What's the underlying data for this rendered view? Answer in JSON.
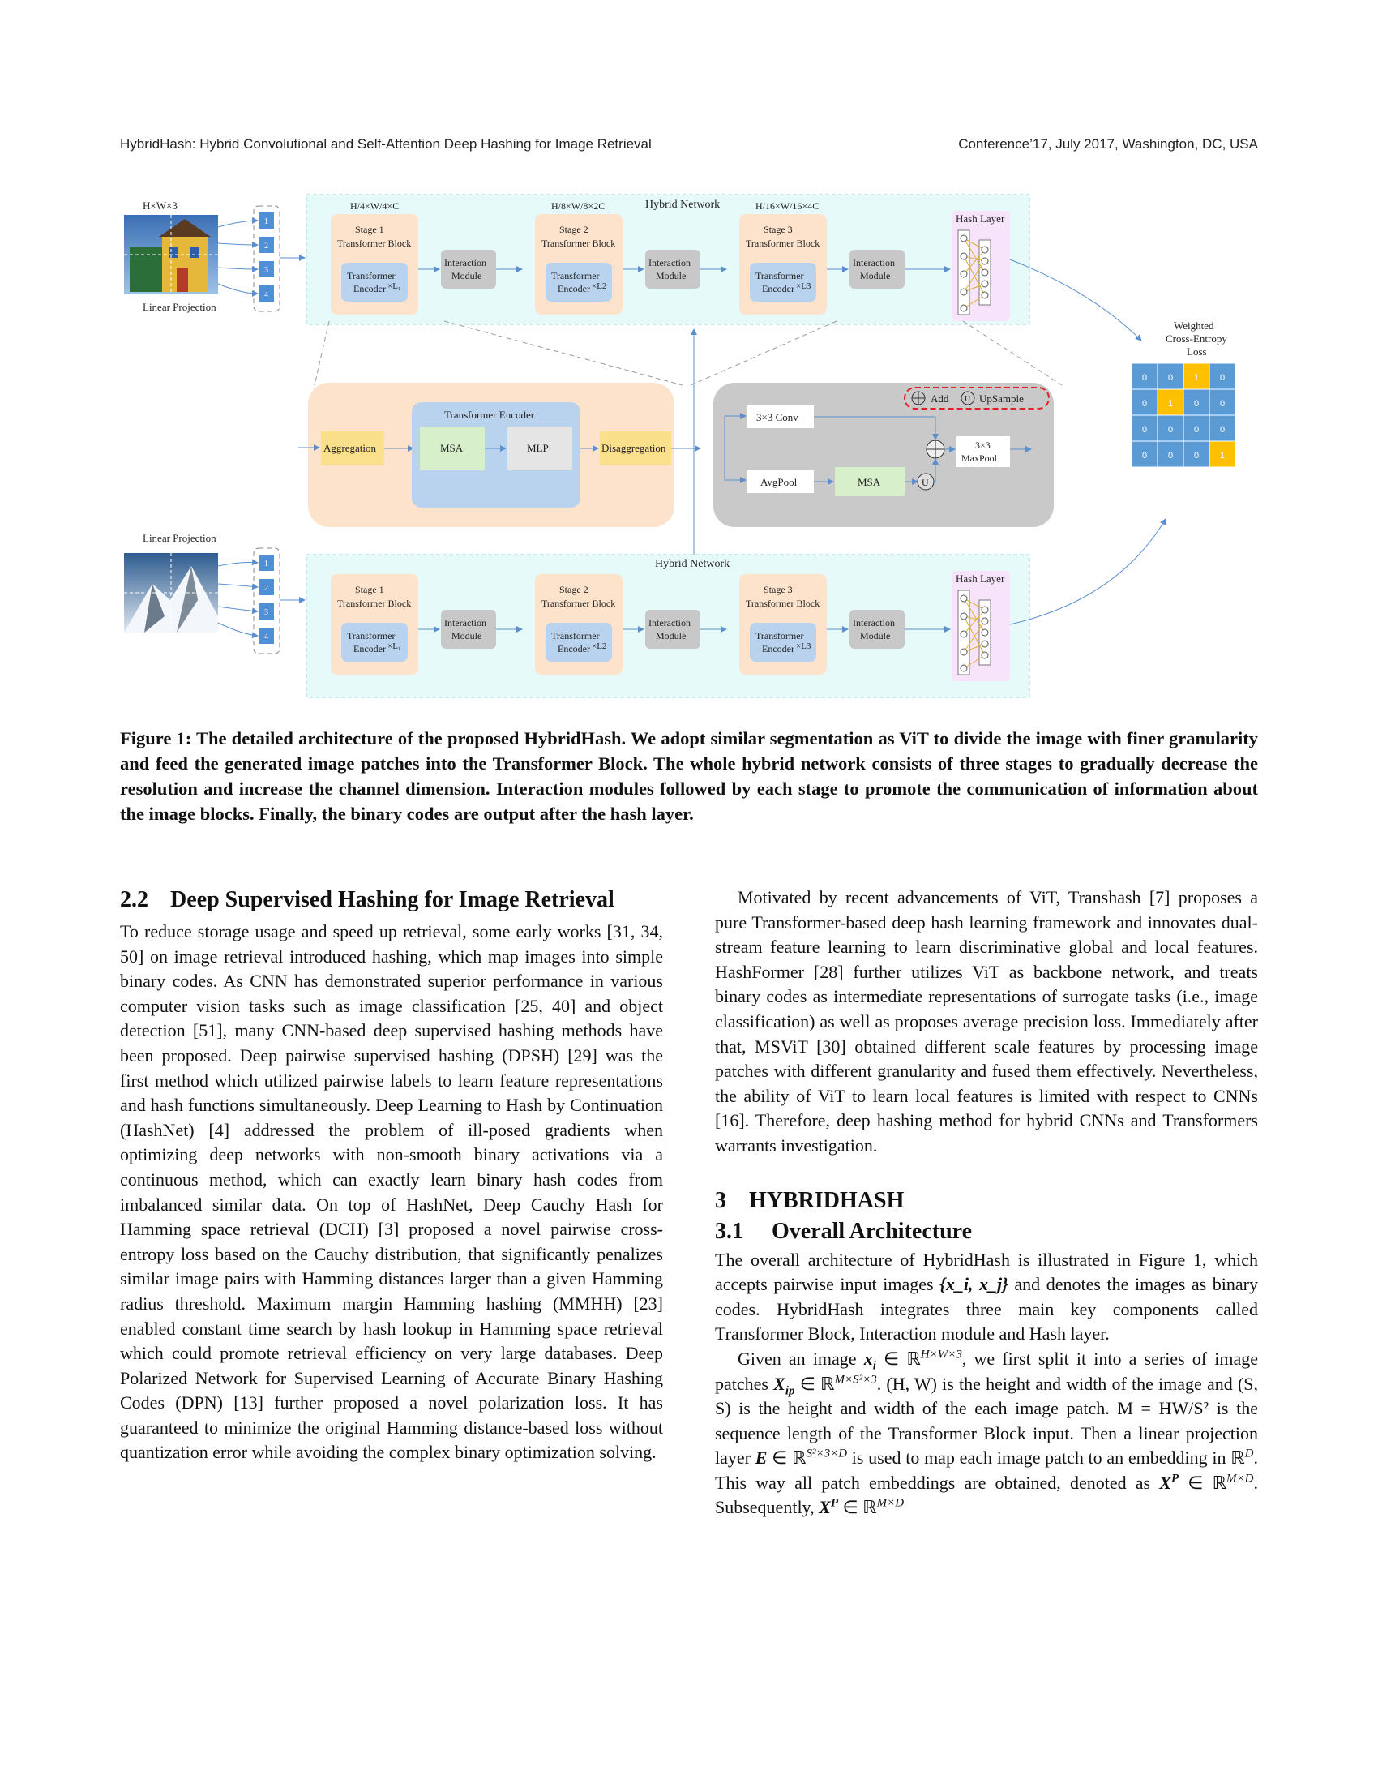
{
  "header": {
    "left": "HybridHash: Hybrid Convolutional and Self-Attention Deep Hashing for Image Retrieval",
    "right": "Conference’17, July 2017, Washington, DC, USA"
  },
  "figure": {
    "input_top": "H×W×3",
    "linear_projection": "Linear Projection",
    "patch_numbers": [
      "1",
      "2",
      "3",
      "4"
    ],
    "dims": [
      "H/4×W/4×C",
      "H/8×W/8×2C",
      "H/16×W/16×4C"
    ],
    "hybrid_network": "Hybrid Network",
    "stages": [
      {
        "title": "Stage 1",
        "subtitle": "Transformer Block",
        "enc1": "Transformer",
        "enc2": "Encoder",
        "rep": "×L₁"
      },
      {
        "title": "Stage 2",
        "subtitle": "Transformer Block",
        "enc1": "Transformer",
        "enc2": "Encoder",
        "rep": "×L2"
      },
      {
        "title": "Stage 3",
        "subtitle": "Transformer Block",
        "enc1": "Transformer",
        "enc2": "Encoder",
        "rep": "×L3"
      }
    ],
    "interaction": [
      "Interaction",
      "Module"
    ],
    "hash_layer": "Hash Layer",
    "loss": [
      "Weighted",
      "Cross-Entropy",
      "Loss"
    ],
    "loss_grid": [
      [
        "0",
        "0",
        "1",
        "0"
      ],
      [
        "0",
        "1",
        "0",
        "0"
      ],
      [
        "0",
        "0",
        "0",
        "0"
      ],
      [
        "0",
        "0",
        "0",
        "1"
      ]
    ],
    "transformer_encoder": "Transformer Encoder",
    "aggregation": "Aggregation",
    "msa": "MSA",
    "mlp": "MLP",
    "disaggregation": "Disaggregation",
    "conv": "3×3 Conv",
    "avgpool": "AvgPool",
    "maxpool": [
      "3×3",
      "MaxPool"
    ],
    "legend_add": "Add",
    "legend_upsample": "UpSample",
    "u_symbol": "U",
    "colors": {
      "stage_bg": "#fde3cc",
      "encoder": "#b9d3ee",
      "network_bg": "#e7fafa",
      "grid_blue": "#5b9bd5",
      "grid_gold": "#ffc000"
    }
  },
  "caption": "Figure 1: The detailed architecture of the proposed HybridHash. We adopt similar segmentation as ViT to divide the image with finer granularity and feed the generated image patches into the Transformer Block. The whole hybrid network consists of three stages to gradually decrease the resolution and increase the channel dimension. Interaction modules followed by each stage to promote the communication of information about the image blocks. Finally, the binary codes are output after the hash layer.",
  "left_column": {
    "section_number": "2.2",
    "section_title": "Deep Supervised Hashing for Image Retrieval",
    "paragraph": "To reduce storage usage and speed up retrieval, some early works [31, 34, 50] on image retrieval introduced hashing, which map images into simple binary codes. As CNN has demonstrated superior performance in various computer vision tasks such as image classification [25, 40] and object detection [51], many CNN-based deep supervised hashing methods have been proposed. Deep pairwise supervised hashing (DPSH) [29] was the first method which utilized pairwise labels to learn feature representations and hash functions simultaneously. Deep Learning to Hash by Continuation (HashNet) [4] addressed the problem of ill-posed gradients when optimizing deep networks with non-smooth binary activations via a continuous method, which can exactly learn binary hash codes from imbalanced similar data. On top of HashNet, Deep Cauchy Hash for Hamming space retrieval (DCH) [3] proposed a novel pairwise cross-entropy loss based on the Cauchy distribution, that significantly penalizes similar image pairs with Hamming distances larger than a given Hamming radius threshold. Maximum margin Hamming hashing (MMHH) [23] enabled constant time search by hash lookup in Hamming space retrieval which could promote retrieval efficiency on very large databases. Deep Polarized Network for Supervised Learning of Accurate Binary Hashing Codes (DPN) [13] further proposed a novel polarization loss. It has guaranteed to minimize the original Hamming distance-based loss without quantization error while avoiding the complex binary optimization solving."
  },
  "right_column": {
    "paragraph1": "Motivated by recent advancements of ViT, Transhash [7] proposes a pure Transformer-based deep hash learning framework and innovates dual-stream feature learning to learn discriminative global and local features. HashFormer [28] further utilizes ViT as backbone network, and treats binary codes as intermediate representations of surrogate tasks (i.e., image classification) as well as proposes average precision loss. Immediately after that, MSViT [30] obtained different scale features by processing image patches with different granularity and fused them effectively. Nevertheless, the ability of ViT to learn local features is limited with respect to CNNs [16]. Therefore, deep hashing method for hybrid CNNs and Transformers warrants investigation.",
    "section3_number": "3",
    "section3_title": "HYBRIDHASH",
    "section31_number": "3.1",
    "section31_title": "Overall Architecture",
    "p2_a": "The overall architecture of HybridHash is illustrated in Figure 1, which accepts pairwise input images ",
    "p2_math": "{x_i, x_j}",
    "p2_b": " and denotes the images as binary codes. HybridHash integrates three main key components called Transformer Block, Interaction module and Hash layer.",
    "p3_a": "Given an image ",
    "p3_b": ", we first split it into a series of image patches ",
    "p3_c": ". (H, W) is the height and width of the image and (S, S) is the height and width of the each image patch. M = HW/S² is the sequence length of the Transformer Block input. Then a linear projection layer ",
    "p3_d": " is used to map each image patch to an embedding in ℝ",
    "p3_e": ". This way all patch embeddings are obtained, denoted as ",
    "p3_f": ". Subsequently, "
  }
}
